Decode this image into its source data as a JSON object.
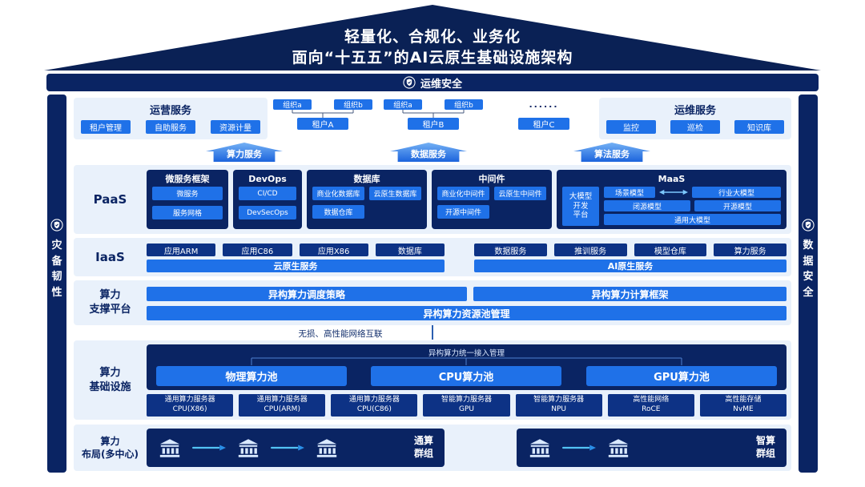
{
  "colors": {
    "navy": "#0a2463",
    "bright_blue": "#1f71e8",
    "panel_blue": "#e9f1fb",
    "cyan_arrow": "#49b8f0"
  },
  "icons": {
    "shield": "shield-check-icon",
    "bank": "bank-building-icon",
    "flow": "flow-arrow-icon",
    "exchange": "double-arrow-icon"
  },
  "roof": {
    "line1": "轻量化、合规化、业务化",
    "line2": "面向“十五五”的AI云原生基础设施架构"
  },
  "security_bar": {
    "label": "运维安全"
  },
  "left_pillar": {
    "label": "灾备韧性"
  },
  "right_pillar": {
    "label": "数据安全"
  },
  "top_row": {
    "operation": {
      "title": "运营服务",
      "items": [
        "租户管理",
        "自助服务",
        "资源计量"
      ]
    },
    "tenants": [
      {
        "orgs": [
          "组织a",
          "组织b"
        ],
        "name": "租户A"
      },
      {
        "orgs": [
          "组织a",
          "组织b"
        ],
        "name": "租户B"
      },
      {
        "dots": "......",
        "name": "租户C"
      }
    ],
    "maintenance": {
      "title": "运维服务",
      "items": [
        "监控",
        "巡检",
        "知识库"
      ]
    }
  },
  "service_arrows": [
    "算力服务",
    "数据服务",
    "算法服务"
  ],
  "paas": {
    "label": "PaaS",
    "groups": [
      {
        "title": "微服务框架",
        "items": [
          "微服务",
          "服务网格"
        ]
      },
      {
        "title": "DevOps",
        "items": [
          "CI/CD",
          "DevSecOps"
        ]
      },
      {
        "title": "数据库",
        "row1": [
          "商业化数据库",
          "云原生数据库"
        ],
        "row2": [
          "数据仓库"
        ]
      },
      {
        "title": "中间件",
        "row1": [
          "商业化中间件",
          "云原生中间件"
        ],
        "row2": [
          "开源中间件"
        ]
      }
    ],
    "maas": {
      "title": "MaaS",
      "platform_lines": [
        "大模型",
        "开发",
        "平台"
      ],
      "scene_model": "场景模型",
      "industry_model": "行业大模型",
      "closed_model": "闭源模型",
      "open_model": "开源模型",
      "general_model": "通用大模型"
    }
  },
  "iaas": {
    "label": "IaaS",
    "cloud_native": {
      "items": [
        "应用ARM",
        "应用C86",
        "应用X86",
        "数据库"
      ],
      "bar": "云原生服务"
    },
    "ai_native": {
      "items": [
        "数据服务",
        "推训服务",
        "模型仓库",
        "算力服务"
      ],
      "bar": "AI原生服务"
    }
  },
  "support_platform": {
    "label_lines": [
      "算力",
      "支撑平台"
    ],
    "bars_top": [
      "异构算力调度策略",
      "异构算力计算框架"
    ],
    "bar_bottom": "异构算力资源池管理"
  },
  "network_note": "无损、高性能网络互联",
  "infrastructure": {
    "label_lines": [
      "算力",
      "基础设施"
    ],
    "access_label": "异构算力统一接入管理",
    "pools": [
      "物理算力池",
      "CPU算力池",
      "GPU算力池"
    ],
    "servers": [
      {
        "line1": "通用算力服务器",
        "line2": "CPU(X86)"
      },
      {
        "line1": "通用算力服务器",
        "line2": "CPU(ARM)"
      },
      {
        "line1": "通用算力服务器",
        "line2": "CPU(C86)"
      },
      {
        "line1": "智能算力服务器",
        "line2": "GPU"
      },
      {
        "line1": "智能算力服务器",
        "line2": "NPU"
      },
      {
        "line1": "高性能网络",
        "line2": "RoCE"
      },
      {
        "line1": "高性能存储",
        "line2": "NvME"
      }
    ]
  },
  "layout_row": {
    "label_lines": [
      "算力",
      "布局(多中心)"
    ],
    "general_group": {
      "label_lines": [
        "通算",
        "群组"
      ]
    },
    "intelligent_group": {
      "label_lines": [
        "智算",
        "群组"
      ]
    }
  }
}
